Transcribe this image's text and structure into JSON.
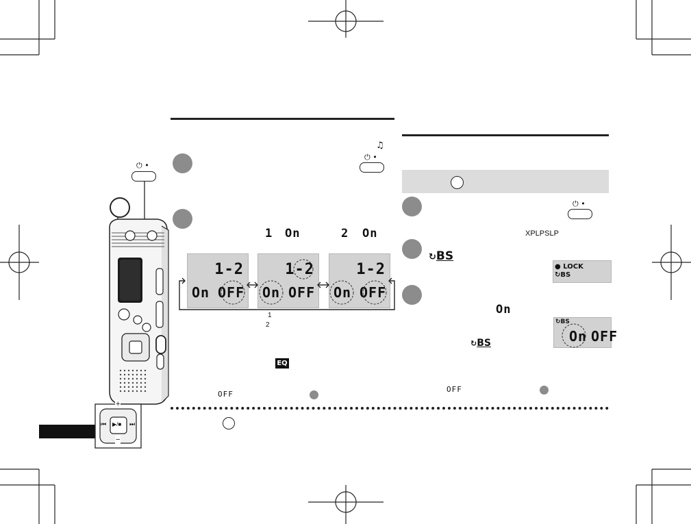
{
  "recorder": {
    "power_button_label": "⏻ •",
    "callout_circle": "",
    "nav_pad": {
      "up": "+",
      "down": "−",
      "left": "⏮",
      "right": "⏭",
      "center": "▶/■"
    }
  },
  "left_section": {
    "step1_button_label": "⏻ •",
    "music_icon": "note-icon",
    "step2_values": [
      {
        "num": "1",
        "state": "On"
      },
      {
        "num": "2",
        "state": "On"
      }
    ],
    "lcd_screens": [
      {
        "top": "1-2",
        "bottom_left": "On",
        "bottom_right": "OFF"
      },
      {
        "top": "1-2",
        "bottom_left": "On",
        "bottom_right": "OFF"
      },
      {
        "top": "1-2",
        "bottom_left": "On",
        "bottom_right": "OFF"
      }
    ],
    "mini_labels": [
      "1",
      "2"
    ],
    "eq_badge": "EQ",
    "off_value": "OFF"
  },
  "right_section": {
    "step1_button_label": "⏻ •",
    "mode_code": "XPLPSLP",
    "bs_icon_label": "BS",
    "lcd_lock": {
      "line1": "LOCK",
      "line2": "BS"
    },
    "on_value": "On",
    "lcd_bs": {
      "tag": "BS",
      "left": "On",
      "right": "OFF"
    },
    "bs_icon_label_2": "BS",
    "off_value": "OFF"
  }
}
